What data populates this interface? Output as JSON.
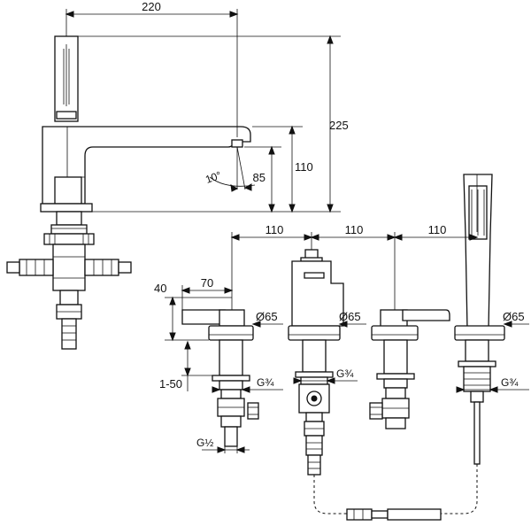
{
  "dimensions": {
    "top_width": "220",
    "total_height": "225",
    "spout_height": "110",
    "spout_clearance": "85",
    "spout_angle": "10°",
    "spacing_1": "110",
    "spacing_2": "110",
    "spacing_3": "110",
    "lever_height": "40",
    "lever_length": "70",
    "deck_thickness": "1-50",
    "diameter_1": "Ø65",
    "diameter_2": "Ø65",
    "diameter_3": "Ø65",
    "thread_1": "G¾",
    "thread_2": "G¾",
    "thread_3": "G¾",
    "thread_inlet": "G½"
  }
}
